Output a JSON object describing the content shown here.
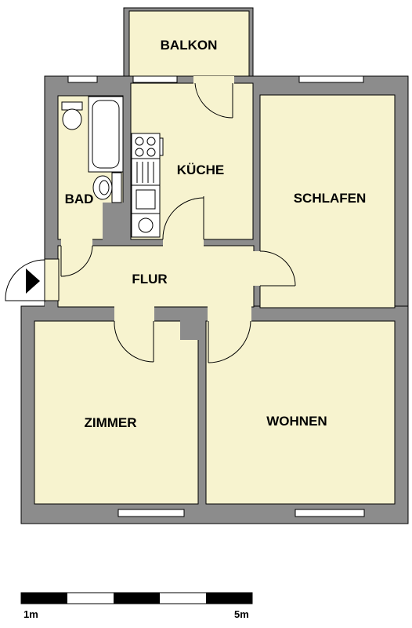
{
  "rooms": {
    "balkon": "BALKON",
    "kueche": "KÜCHE",
    "bad": "BAD",
    "schlafen": "SCHLAFEN",
    "flur": "FLUR",
    "zimmer": "ZIMMER",
    "wohnen": "WOHNEN"
  },
  "scale_bar": {
    "left_label": "1m",
    "right_label": "5m"
  },
  "colors": {
    "wall": "#8c8c8c",
    "floor": "#f7f3cf"
  },
  "icons": [
    "entrance-arrow-icon",
    "toilet-icon",
    "bathtub-icon",
    "sink-icon",
    "stove-icon"
  ]
}
